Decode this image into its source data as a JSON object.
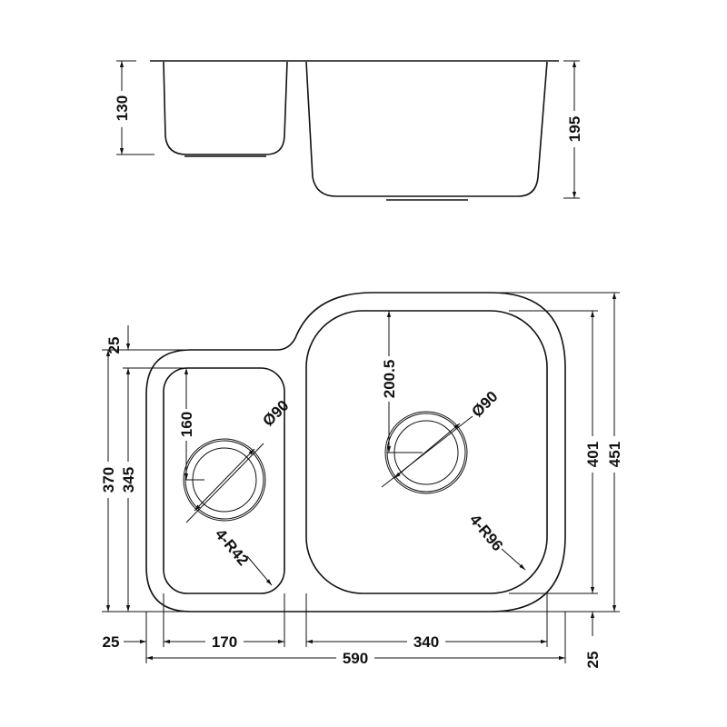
{
  "side_view": {
    "small_bowl_depth": "130",
    "large_bowl_depth": "195"
  },
  "top_view": {
    "flange_top": "25",
    "overall_depth_left": "370",
    "small_bowl_depth": "345",
    "small_drain_offset": "160",
    "small_drain_diameter": "Ø90",
    "small_corner_radius": "4-R42",
    "large_drain_offset": "200.5",
    "large_drain_diameter": "Ø90",
    "large_corner_radius": "4-R96",
    "large_bowl_depth": "401",
    "overall_depth_right": "451",
    "flange_bottom": "25",
    "flange_left": "25",
    "small_bowl_width": "170",
    "large_bowl_width": "340",
    "overall_width": "590"
  },
  "colors": {
    "line": "#111111",
    "background": "#ffffff"
  }
}
